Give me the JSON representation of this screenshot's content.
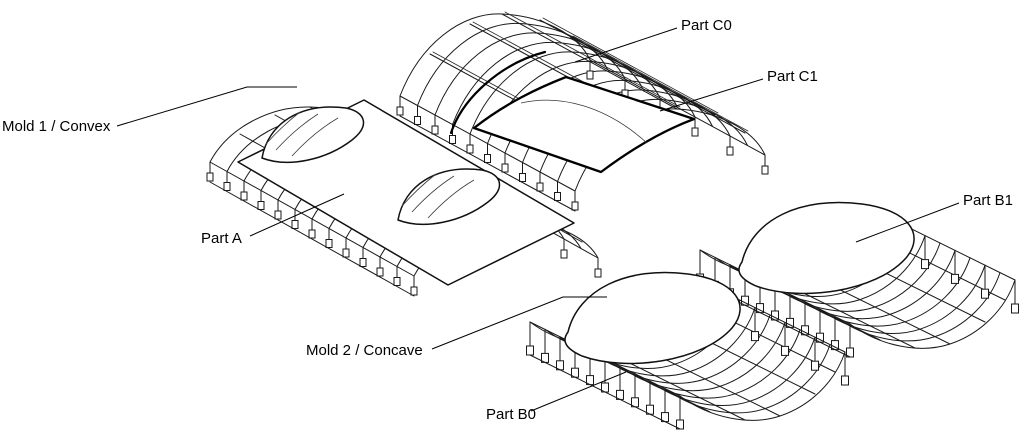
{
  "diagram": {
    "type": "technical-isometric-diagram",
    "labels": {
      "mold1": "Mold 1 / Convex",
      "part_a": "Part A",
      "part_c0": "Part C0",
      "part_c1": "Part C1",
      "mold2": "Mold 2 / Concave",
      "part_b0": "Part B0",
      "part_b1": "Part B1"
    },
    "colors": {
      "line": "#1a1a1a",
      "background": "#ffffff",
      "sheet": "#ffffff",
      "annotation": "#000000"
    }
  }
}
